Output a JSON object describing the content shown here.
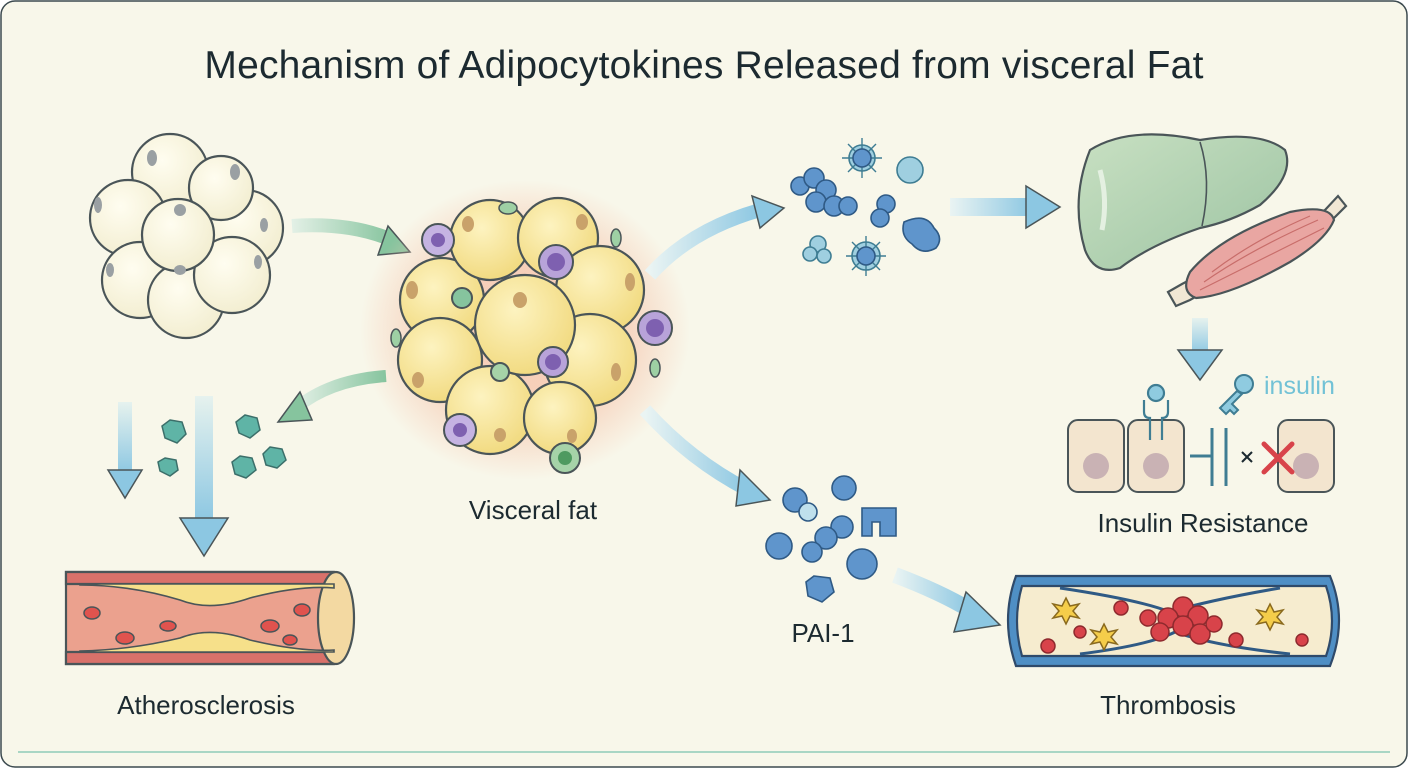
{
  "title": "Mechanism of Adipocytokines Released from visceral Fat",
  "labels": {
    "visceral_fat": "Visceral fat",
    "atherosclerosis": "Atherosclerosis",
    "pai1": "PAI-1",
    "thrombosis": "Thrombosis",
    "insulin_resistance": "Insulin Resistance",
    "insulin": "insulin"
  },
  "colors": {
    "background": "#f8f7ea",
    "adipocyte": "#f7e79a",
    "inflammation": "#f4c6b6",
    "immune_cell": "#9d82c6",
    "arrow": "#8fc5df",
    "liver": "#b6d3b0",
    "muscle": "#e9a6a2",
    "vessel_wall": "#4f8fc5",
    "clot": "#d8434a"
  }
}
